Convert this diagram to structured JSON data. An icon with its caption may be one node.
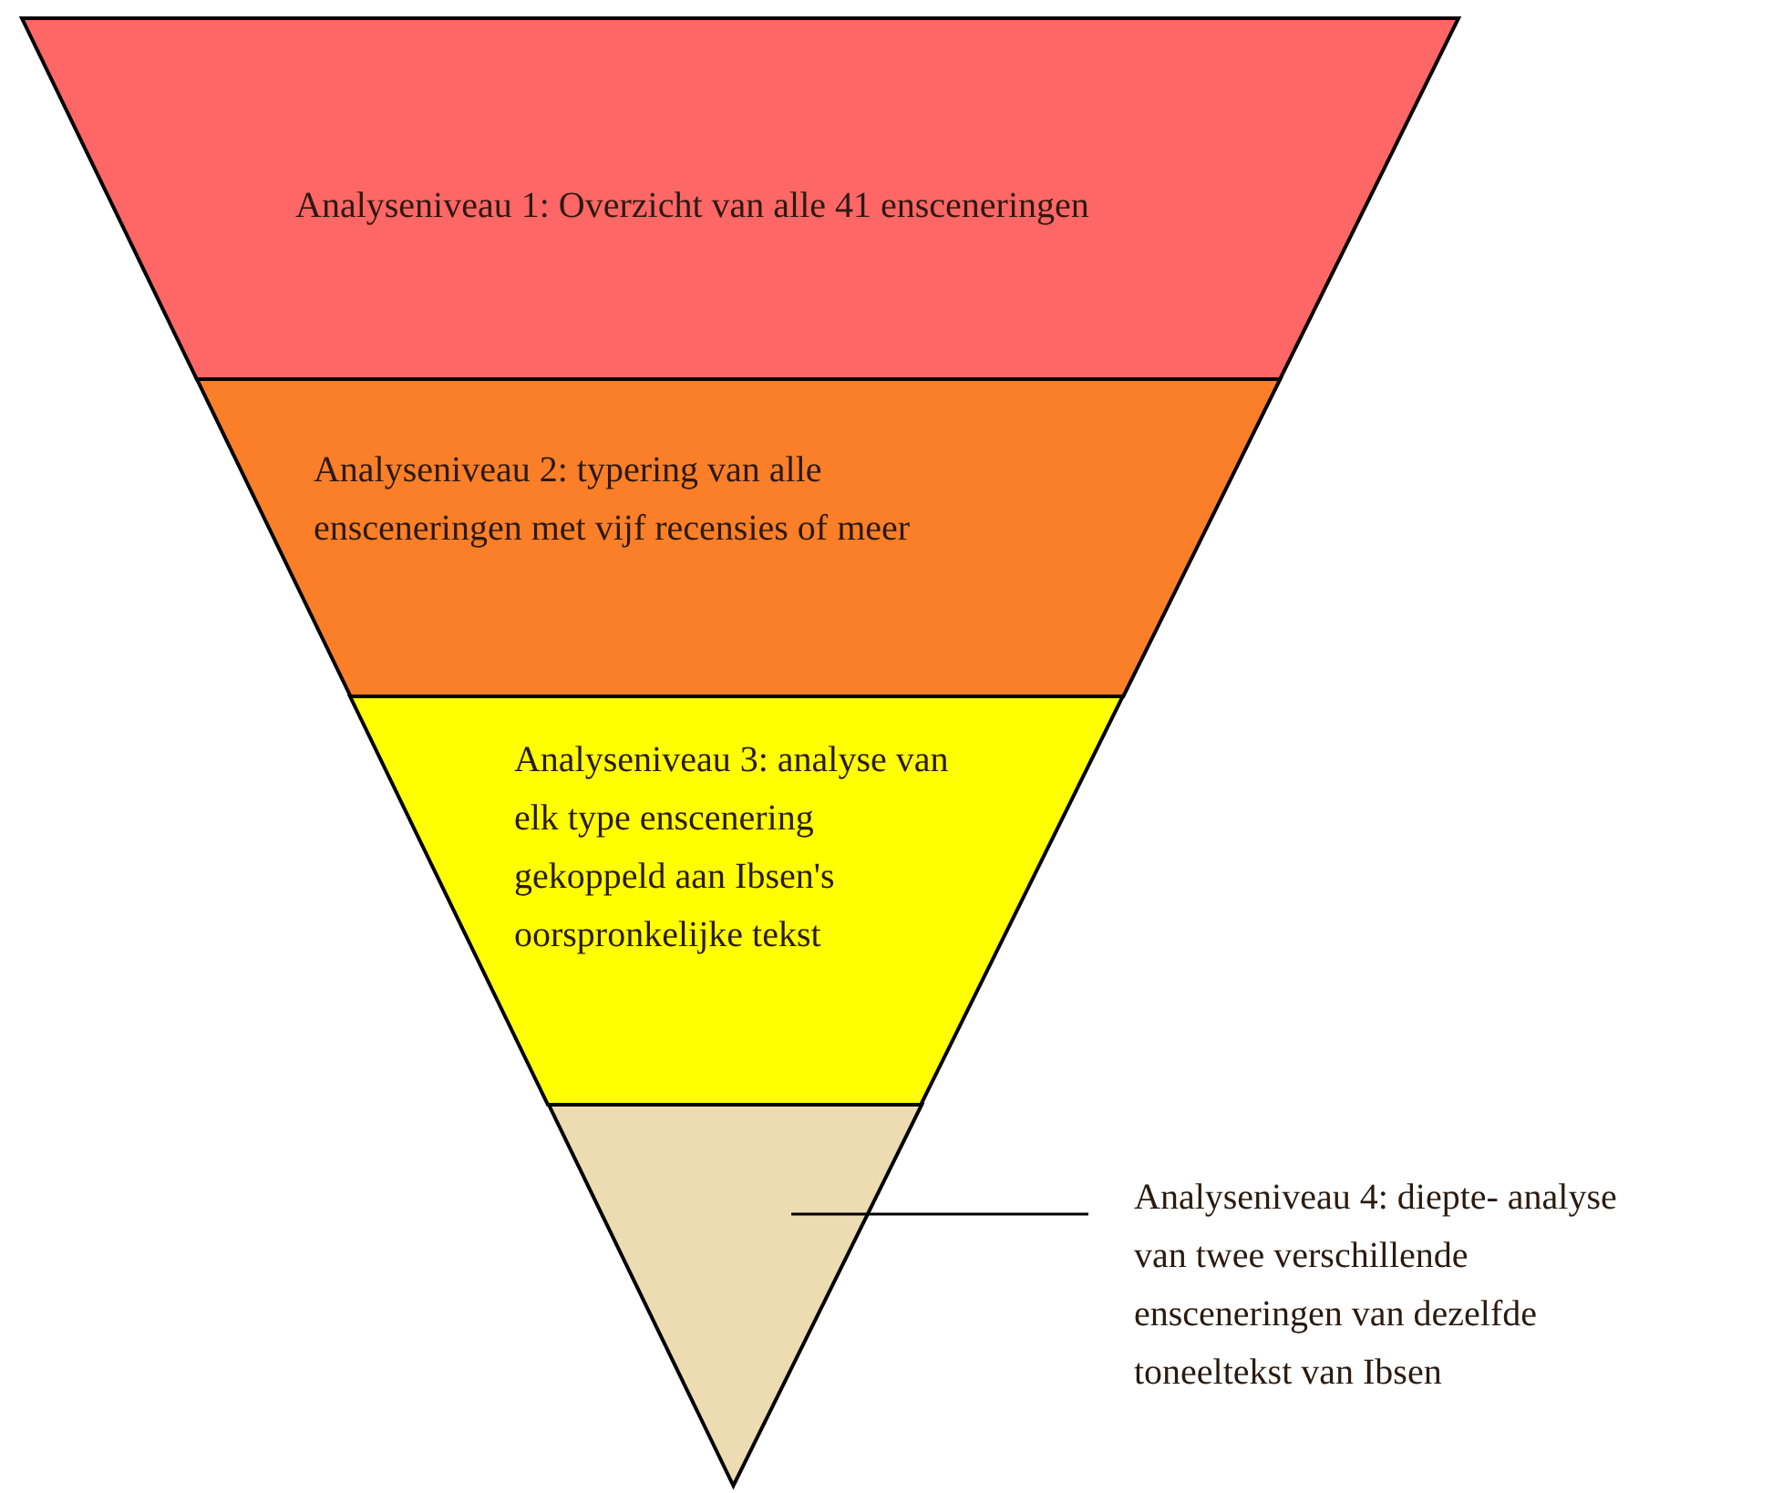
{
  "diagram": {
    "nodes": [
      {
        "text": [
          "Analyseniveau 1: Overzicht van alle 41 ensceneringen"
        ]
      },
      {
        "text": [
          "Analyseniveau 2: typering van alle ensceneringen met vijf recensies of meer"
        ]
      },
      {
        "text": [
          "Analyseniveau 3: analyse van elk type enscenering gekoppeld aan Ibsen's oorspronkelijke tekst"
        ]
      },
      {
        "text": [],
        "shape": "triangle"
      },
      {
        "text": [
          "Analyseniveau 4: diepte- analyse van twee verschillende ensceneringen van dezelfde toneeltekst van Ibsen"
        ]
      }
    ],
    "edges": [
      {
        "from": 4,
        "to": 3,
        "arrow": "none"
      }
    ]
  }
}
